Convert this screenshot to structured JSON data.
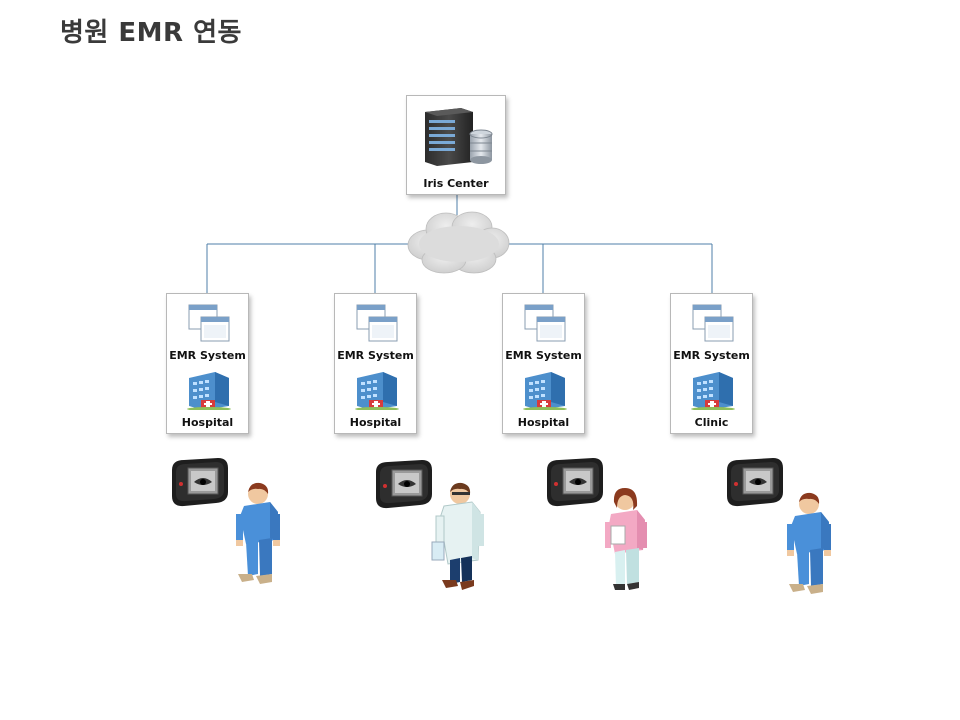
{
  "title": "병원 EMR 연동",
  "center": {
    "label": "Iris Center"
  },
  "nodes": [
    {
      "system_label": "EMR System",
      "site_label": "Hospital",
      "person": "patient"
    },
    {
      "system_label": "EMR System",
      "site_label": "Hospital",
      "person": "doctor"
    },
    {
      "system_label": "EMR System",
      "site_label": "Hospital",
      "person": "nurse"
    },
    {
      "system_label": "EMR System",
      "site_label": "Clinic",
      "person": "patient"
    }
  ],
  "colors": {
    "line": "#4f7fa8",
    "box_border": "#b8b8b8",
    "cloud": "#d9d9d9",
    "scrub": "#4a90d9"
  }
}
